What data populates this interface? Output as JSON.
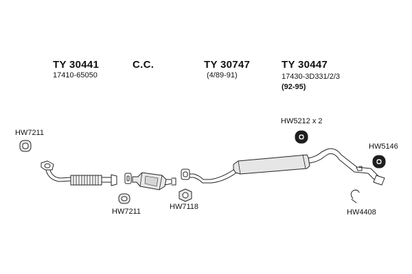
{
  "headers": {
    "front_pipe": {
      "part": "TY 30441",
      "ref": "17410-65050"
    },
    "catalytic": {
      "part": "C.C."
    },
    "intermediate": {
      "part": "TY 30747",
      "ref": "(4/89-91)"
    },
    "rear": {
      "part": "TY 30447",
      "ref": "17430-3D331/2/3",
      "years": "(92-95)"
    }
  },
  "fittings": {
    "hw7211_top": "HW7211",
    "hw7211_bottom": "HW7211",
    "hw7118": "HW7118",
    "hw5212": "HW5212 x 2",
    "hw5146": "HW5146",
    "hw4408": "HW4408"
  }
}
